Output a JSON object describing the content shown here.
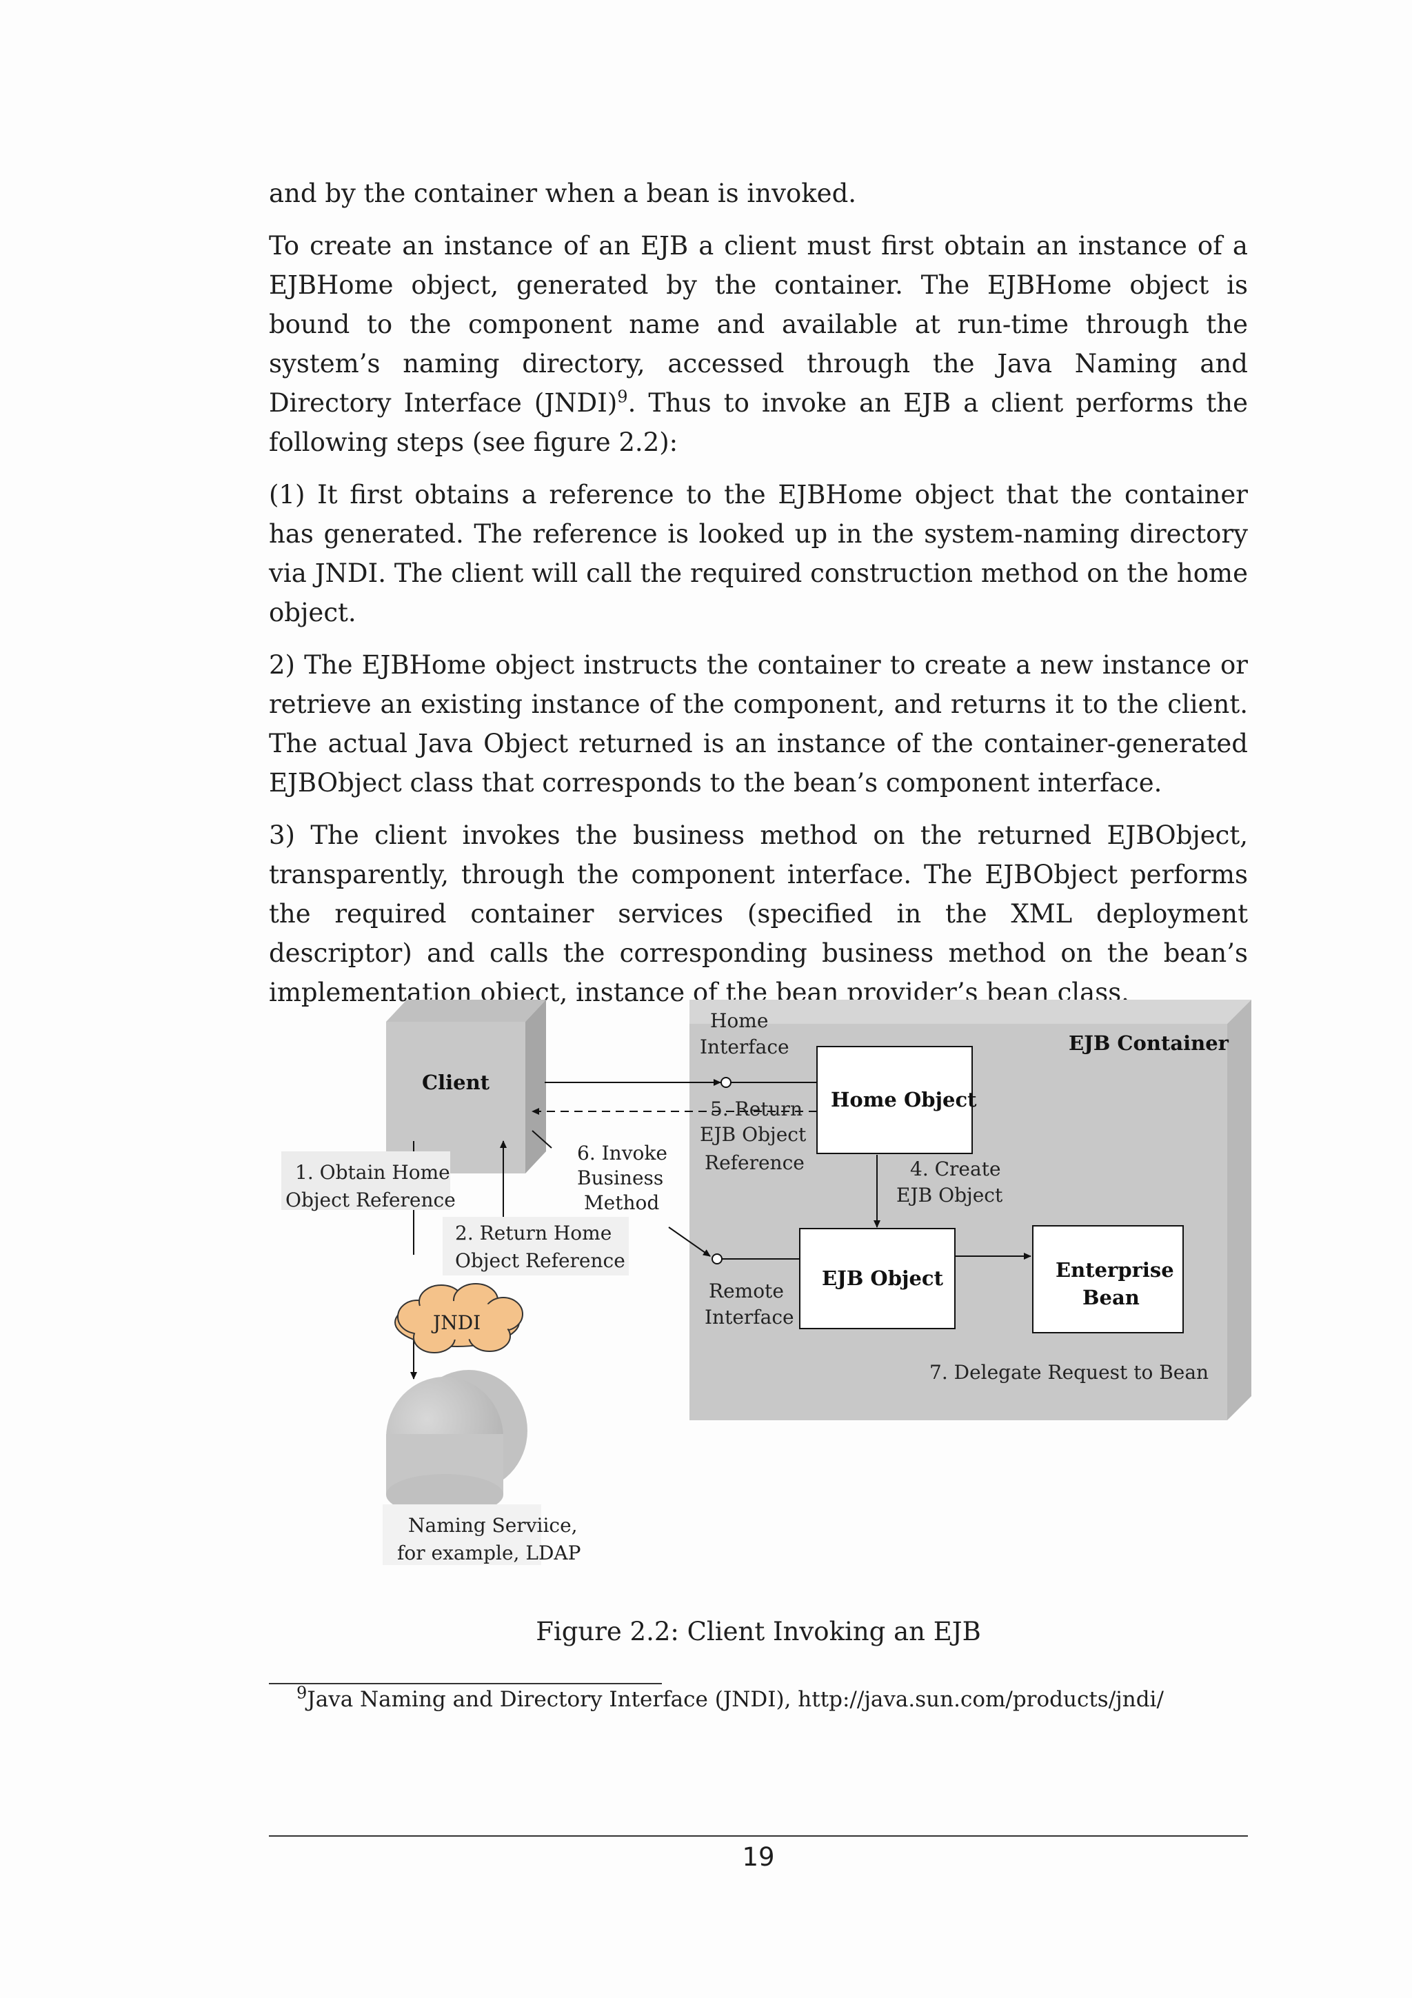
{
  "body": {
    "p0": "and by the container when a bean is invoked.",
    "p1_a": "To create an instance of an EJB a client must first obtain an instance of a EJBHome object, generated by the container. The EJBHome object is bound to the component name and available at run-time through the system’s naming directory, accessed through the Java Naming and Directory Interface (JNDI)",
    "p1_sup": "9",
    "p1_b": ". Thus to invoke an EJB a client performs the following steps (see figure 2.2):",
    "p2": "(1) It first obtains a reference to the EJBHome object that the container has generated. The reference is looked up in the system-naming directory via JNDI. The client will call the required construction method on the home object.",
    "p3": "2) The EJBHome object instructs the container to create a new instance or retrieve an existing instance of the component, and returns it to the client. The actual Java Object returned is an instance of the container-generated EJBObject class that corresponds to the bean’s component interface.",
    "p4": "3) The client invokes the business method on the returned EJBObject, transparently, through the component interface. The EJBObject performs the required container services (specified in the XML deployment descriptor) and calls the corresponding business method on the bean’s implementation object, instance of the bean provider’s bean class."
  },
  "figure": {
    "client": "Client",
    "container_title": "EJB Container",
    "home_interface_1": "Home",
    "home_interface_2": "Interface",
    "home_object": "Home Object",
    "return_ref_1": "5. Return",
    "return_ref_2": "EJB Object",
    "return_ref_3": "Reference",
    "invoke_1": "6. Invoke",
    "invoke_2": "Business",
    "invoke_3": "Method",
    "obtain_1": "1. Obtain Home",
    "obtain_2": "Object Reference",
    "create_1": "4. Create",
    "create_2": "EJB Object",
    "return_home_1": "2. Return Home",
    "return_home_2": "Object Reference",
    "remote_1": "Remote",
    "remote_2": "Interface",
    "ejb_object": "EJB Object",
    "enterprise_1": "Enterprise",
    "enterprise_2": "Bean",
    "jndi": "JNDI",
    "delegate": "7. Delegate Request to Bean",
    "naming_1": "Naming Serviice,",
    "naming_2": "for example, LDAP"
  },
  "caption": "Figure 2.2: Client Invoking an EJB",
  "footnote": {
    "mark": "9",
    "text": "Java Naming and Directory Interface (JNDI), http://java.sun.com/products/jndi/"
  },
  "page_number": "19"
}
